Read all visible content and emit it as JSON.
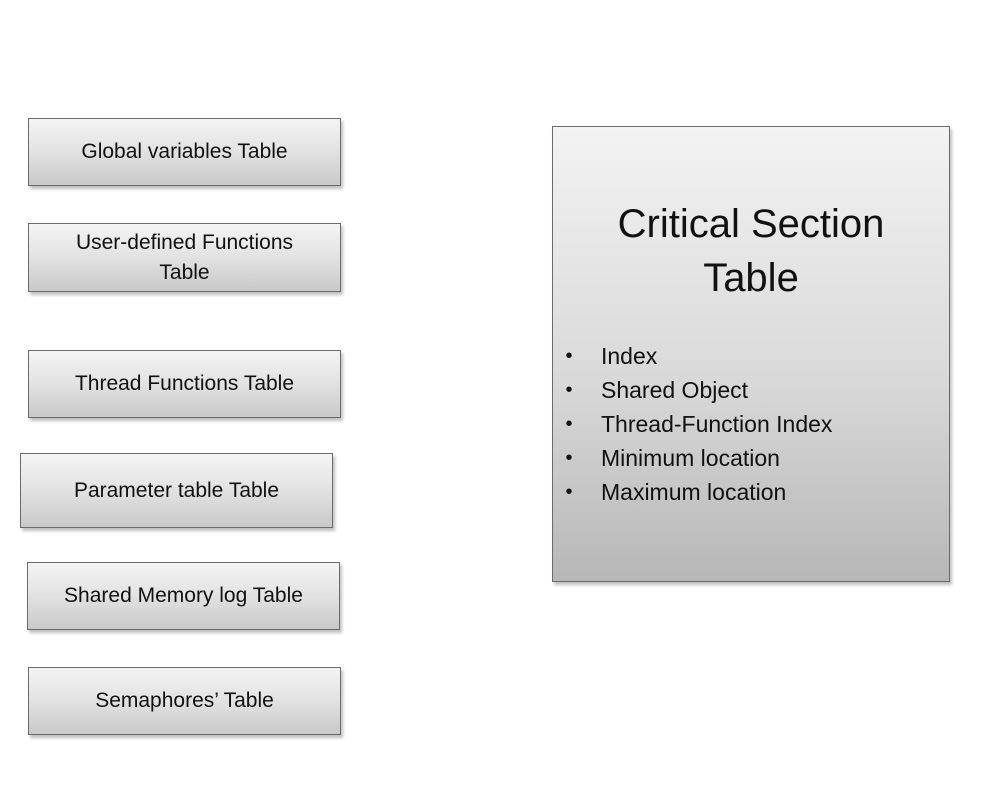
{
  "tables": [
    {
      "id": "global-variables",
      "label": "Global variables Table"
    },
    {
      "id": "user-defined-functions",
      "label": "User-defined Functions Table"
    },
    {
      "id": "thread-functions",
      "label": "Thread Functions Table"
    },
    {
      "id": "parameter-table",
      "label": "Parameter table Table"
    },
    {
      "id": "shared-memory-log",
      "label": "Shared Memory log Table"
    },
    {
      "id": "semaphores",
      "label": "Semaphores’ Table"
    }
  ],
  "critical_section": {
    "title": "Critical Section\nTable",
    "bullet_glyph": "•",
    "fields": [
      "Index",
      "Shared Object",
      "Thread-Function Index",
      "Minimum location",
      "Maximum location"
    ]
  }
}
